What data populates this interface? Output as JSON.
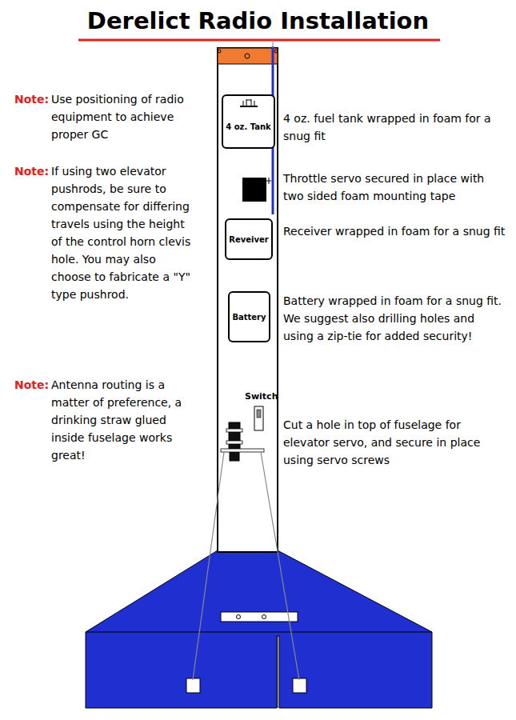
{
  "diagram": {
    "title": "Derelict Radio Installation",
    "nodes": [
      {
        "text": [
          "4 oz. Tank"
        ]
      },
      {
        "text": [
          "Reveiver"
        ]
      },
      {
        "text": [
          "Battery"
        ]
      }
    ],
    "edges": [],
    "labels": [
      "Note:",
      "Use positioning of radio equipment to achieve proper GC",
      "Note:",
      "If using two elevator pushrods, be sure to compensate for differing travels using the height of the control horn clevis hole. You may also choose to fabricate a \"Y\" type pushrod.",
      "Note:",
      "Antenna routing is a matter of preference, a drinking straw glued inside fuselage works great!",
      "4 oz. fuel tank wrapped in foam for a snug fit",
      "Throttle servo secured in place with two sided foam mounting tape",
      "Receiver wrapped in foam for a snug fit",
      "Battery wrapped in foam for a snug fit. We suggest also drilling holes and using a zip-tie for added security!",
      "Cut a hole in top of fuselage for elevator servo, and secure in place using servo screws",
      "Switch"
    ]
  }
}
